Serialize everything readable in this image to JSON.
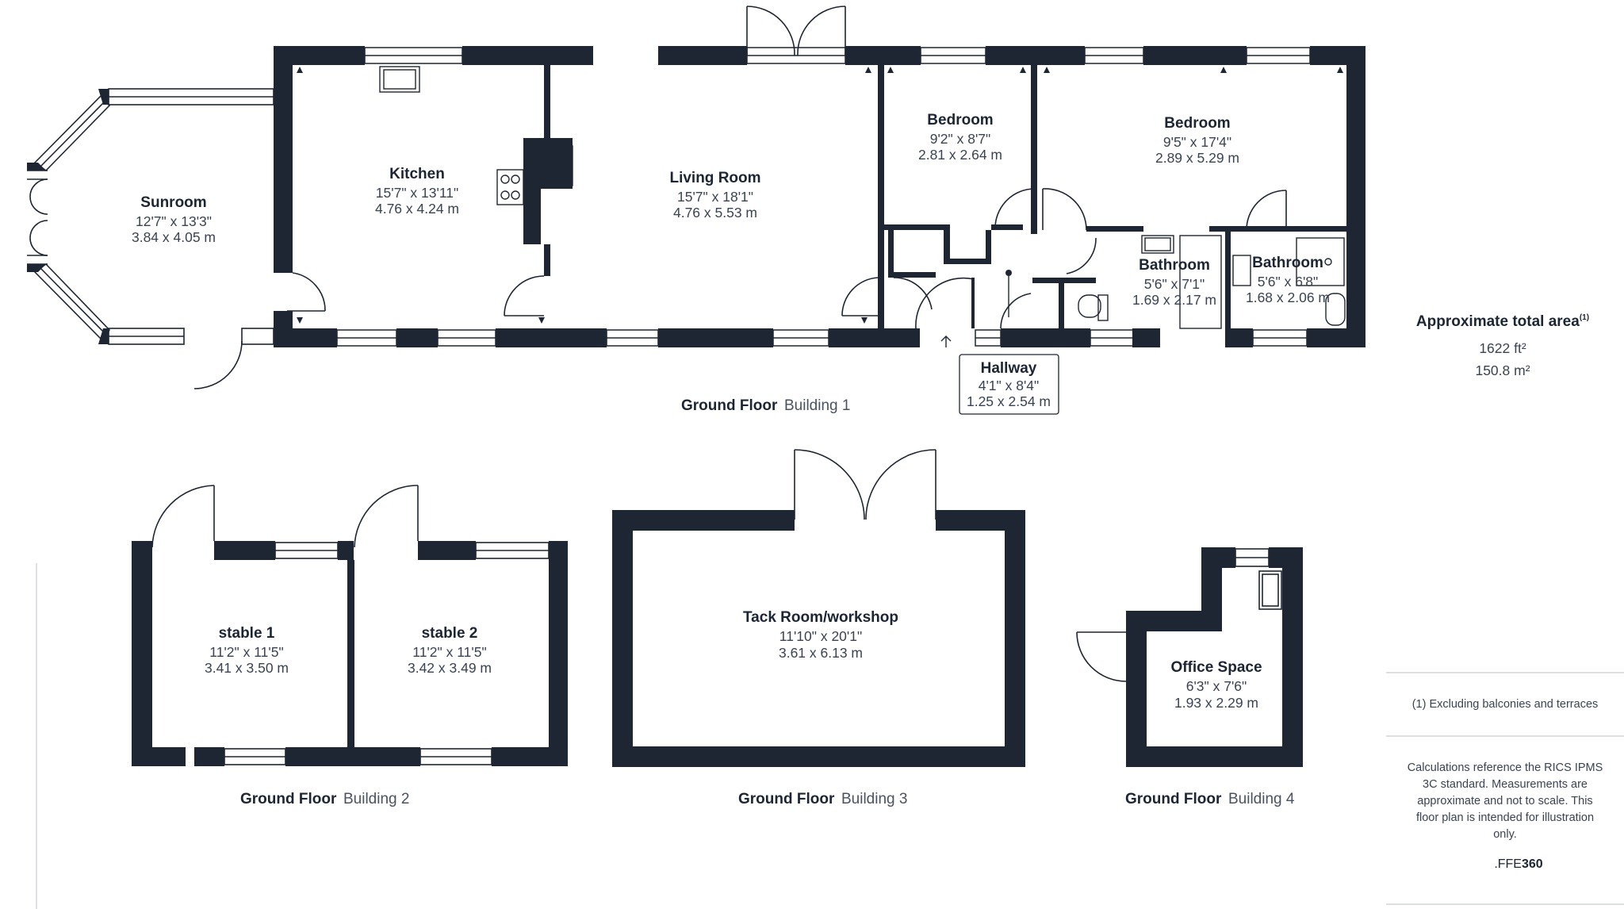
{
  "rooms": {
    "sunroom": {
      "name": "Sunroom",
      "imp": "12'7\" x 13'3\"",
      "met": "3.84 x 4.05 m"
    },
    "kitchen": {
      "name": "Kitchen",
      "imp": "15'7\" x 13'11\"",
      "met": "4.76 x 4.24 m"
    },
    "living": {
      "name": "Living Room",
      "imp": "15'7\" x 18'1\"",
      "met": "4.76 x 5.53 m"
    },
    "bedroom1": {
      "name": "Bedroom",
      "imp": "9'2\" x 8'7\"",
      "met": "2.81 x 2.64 m"
    },
    "bedroom2": {
      "name": "Bedroom",
      "imp": "9'5\" x 17'4\"",
      "met": "2.89 x 5.29 m"
    },
    "bathroom1": {
      "name": "Bathroom",
      "imp": "5'6\" x 7'1\"",
      "met": "1.69 x 2.17 m"
    },
    "bathroom2": {
      "name": "Bathroom",
      "imp": "5'6\" x 6'8\"",
      "met": "1.68 x 2.06 m"
    },
    "hallway": {
      "name": "Hallway",
      "imp": "4'1\" x 8'4\"",
      "met": "1.25 x 2.54 m"
    },
    "stable1": {
      "name": "stable 1",
      "imp": "11'2\" x 11'5\"",
      "met": "3.41 x 3.50 m"
    },
    "stable2": {
      "name": "stable 2",
      "imp": "11'2\" x 11'5\"",
      "met": "3.42 x 3.49 m"
    },
    "tack": {
      "name": "Tack Room/workshop",
      "imp": "11'10\" x 20'1\"",
      "met": "3.61 x 6.13 m"
    },
    "office": {
      "name": "Office Space",
      "imp": "6'3\" x 7'6\"",
      "met": "1.93 x 2.29 m"
    }
  },
  "captions": {
    "b1": {
      "floor": "Ground Floor",
      "building": "Building 1"
    },
    "b2": {
      "floor": "Ground Floor",
      "building": "Building 2"
    },
    "b3": {
      "floor": "Ground Floor",
      "building": "Building 3"
    },
    "b4": {
      "floor": "Ground Floor",
      "building": "Building 4"
    }
  },
  "summary": {
    "title": "Approximate total area",
    "title_sup": "(1)",
    "area_imperial": "1622 ft²",
    "area_metric": "150.8 m²",
    "footnote": "(1) Excluding balconies and terraces",
    "disclaimer": [
      "Calculations reference the RICS IPMS",
      "3C standard. Measurements are",
      "approximate and not to scale. This",
      "floor plan is intended for illustration",
      "only."
    ],
    "logo_prefix": ".FFE",
    "logo_suffix": "360"
  },
  "colors": {
    "wall": "#1e2633",
    "line": "#1e2633",
    "bg": "#ffffff"
  }
}
